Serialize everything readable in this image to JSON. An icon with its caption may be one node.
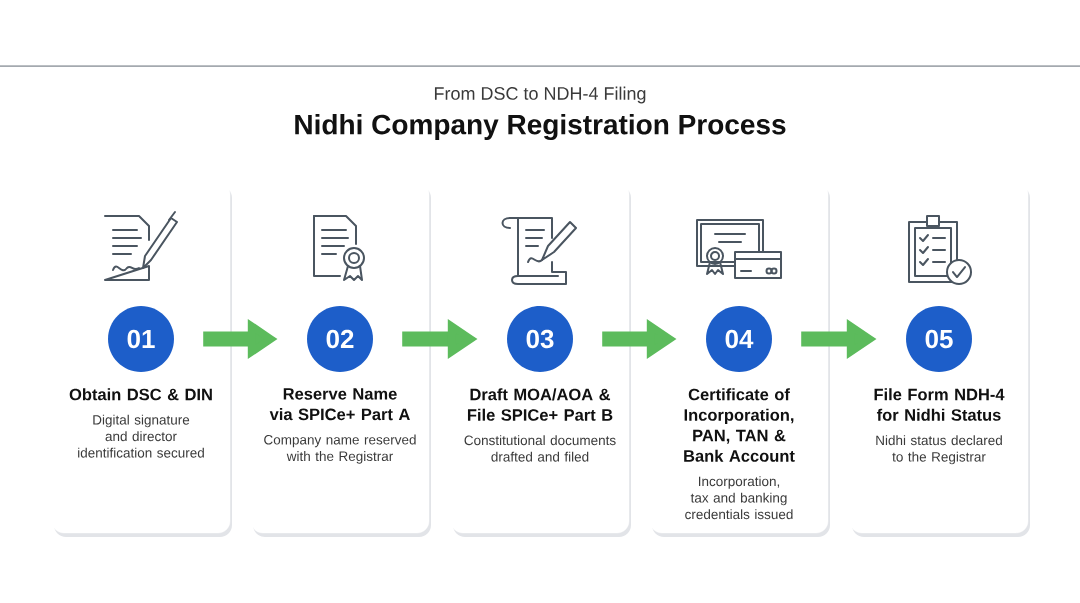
{
  "diagram": {
    "title": "Nidhi Company Registration Process",
    "nodes": [
      {
        "text": [
          "Obtain DSC & DIN",
          "Digital signature and director identification secured"
        ]
      },
      {
        "text": [
          "01"
        ],
        "in": 0
      },
      {
        "text": [
          "Reserve Name via SPICe+ Part A",
          "Company name reserved with the Registrar"
        ]
      },
      {
        "text": [
          "02"
        ],
        "in": 2
      },
      {
        "text": [
          "Draft MOA/AOA & File SPICe+ Part B",
          "Constitutional documents drafted and filed"
        ]
      },
      {
        "text": [
          "03"
        ],
        "in": 4
      },
      {
        "text": [
          "Certificate of Incorporation, PAN, TAN & Bank Account",
          "Incorporation, tax and banking credentials issued"
        ]
      },
      {
        "text": [
          "04"
        ],
        "in": 6
      },
      {
        "text": [
          "File Form NDH-4 for Nidhi Status",
          "Nidhi status declared to the Registrar"
        ]
      },
      {
        "text": [
          "05"
        ],
        "in": 8
      }
    ],
    "edges": [
      {
        "from": 1,
        "to": 3,
        "arrow": "to"
      },
      {
        "from": 3,
        "to": 5,
        "arrow": "to"
      },
      {
        "from": 5,
        "to": 7,
        "arrow": "to"
      },
      {
        "from": 7,
        "to": 9,
        "arrow": "to"
      }
    ],
    "labels": [
      "From DSC to NDH-4 Filing"
    ]
  }
}
